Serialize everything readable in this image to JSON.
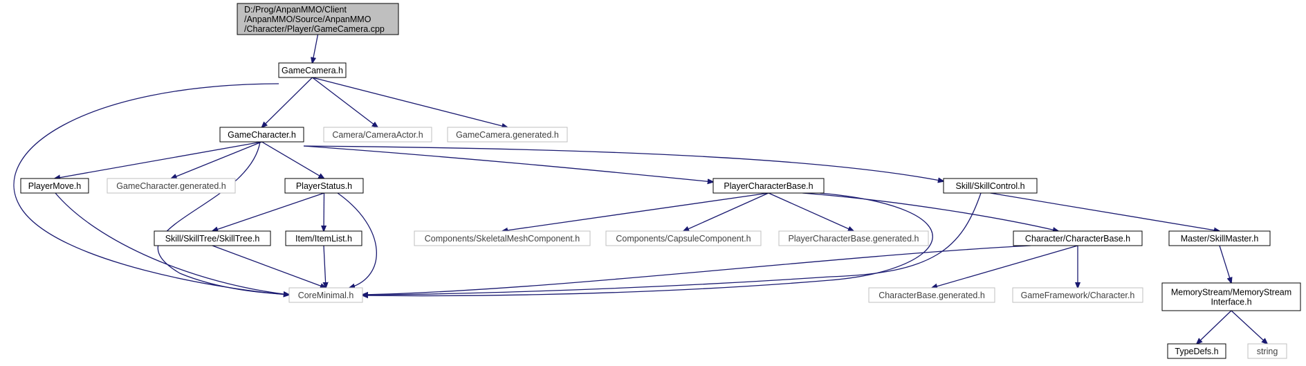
{
  "colors": {
    "edge": "#191970",
    "node_border": "#000000",
    "external_border": "#bfbfbf",
    "external_text": "#404040",
    "root_fill": "#bfbfbf",
    "text": "#000000",
    "background": "#ffffff"
  },
  "nodes": {
    "root": {
      "lines": [
        "D:/Prog/AnpanMMO/Client",
        "/AnpanMMO/Source/AnpanMMO",
        "/Character/Player/GameCamera.cpp"
      ],
      "kind": "root"
    },
    "gamecamera_h": {
      "lines": [
        "GameCamera.h"
      ],
      "kind": "normal"
    },
    "gamecharacter_h": {
      "lines": [
        "GameCharacter.h"
      ],
      "kind": "normal"
    },
    "cameraactor_h": {
      "lines": [
        "Camera/CameraActor.h"
      ],
      "kind": "external"
    },
    "gamecamera_generated_h": {
      "lines": [
        "GameCamera.generated.h"
      ],
      "kind": "external"
    },
    "playermove_h": {
      "lines": [
        "PlayerMove.h"
      ],
      "kind": "normal"
    },
    "gamecharacter_generated_h": {
      "lines": [
        "GameCharacter.generated.h"
      ],
      "kind": "external"
    },
    "playerstatus_h": {
      "lines": [
        "PlayerStatus.h"
      ],
      "kind": "normal"
    },
    "playercharacterbase_h": {
      "lines": [
        "PlayerCharacterBase.h"
      ],
      "kind": "normal"
    },
    "skillcontrol_h": {
      "lines": [
        "Skill/SkillControl.h"
      ],
      "kind": "normal"
    },
    "skilltree_h": {
      "lines": [
        "Skill/SkillTree/SkillTree.h"
      ],
      "kind": "normal"
    },
    "itemlist_h": {
      "lines": [
        "Item/ItemList.h"
      ],
      "kind": "normal"
    },
    "skeletalmesh_h": {
      "lines": [
        "Components/SkeletalMeshComponent.h"
      ],
      "kind": "external"
    },
    "capsule_h": {
      "lines": [
        "Components/CapsuleComponent.h"
      ],
      "kind": "external"
    },
    "playercharacterbase_generated_h": {
      "lines": [
        "PlayerCharacterBase.generated.h"
      ],
      "kind": "external"
    },
    "characterbase_h": {
      "lines": [
        "Character/CharacterBase.h"
      ],
      "kind": "normal"
    },
    "skillmaster_h": {
      "lines": [
        "Master/SkillMaster.h"
      ],
      "kind": "normal"
    },
    "coreminimal_h": {
      "lines": [
        "CoreMinimal.h"
      ],
      "kind": "external"
    },
    "characterbase_generated_h": {
      "lines": [
        "CharacterBase.generated.h"
      ],
      "kind": "external"
    },
    "gameframework_character_h": {
      "lines": [
        "GameFramework/Character.h"
      ],
      "kind": "external"
    },
    "memorystream_h": {
      "lines": [
        "MemoryStream/MemoryStream",
        "Interface.h"
      ],
      "kind": "normal"
    },
    "typedefs_h": {
      "lines": [
        "TypeDefs.h"
      ],
      "kind": "normal"
    },
    "string": {
      "lines": [
        "string"
      ],
      "kind": "external"
    }
  },
  "edges": [
    [
      "root",
      "gamecamera_h"
    ],
    [
      "gamecamera_h",
      "gamecharacter_h"
    ],
    [
      "gamecamera_h",
      "cameraactor_h"
    ],
    [
      "gamecamera_h",
      "gamecamera_generated_h"
    ],
    [
      "gamecamera_h",
      "coreminimal_h"
    ],
    [
      "gamecharacter_h",
      "playermove_h"
    ],
    [
      "gamecharacter_h",
      "gamecharacter_generated_h"
    ],
    [
      "gamecharacter_h",
      "playerstatus_h"
    ],
    [
      "gamecharacter_h",
      "playercharacterbase_h"
    ],
    [
      "gamecharacter_h",
      "skillcontrol_h"
    ],
    [
      "gamecharacter_h",
      "coreminimal_h"
    ],
    [
      "playermove_h",
      "coreminimal_h"
    ],
    [
      "playerstatus_h",
      "skilltree_h"
    ],
    [
      "playerstatus_h",
      "itemlist_h"
    ],
    [
      "playerstatus_h",
      "coreminimal_h"
    ],
    [
      "skilltree_h",
      "coreminimal_h"
    ],
    [
      "itemlist_h",
      "coreminimal_h"
    ],
    [
      "playercharacterbase_h",
      "skeletalmesh_h"
    ],
    [
      "playercharacterbase_h",
      "capsule_h"
    ],
    [
      "playercharacterbase_h",
      "playercharacterbase_generated_h"
    ],
    [
      "playercharacterbase_h",
      "characterbase_h"
    ],
    [
      "playercharacterbase_h",
      "coreminimal_h"
    ],
    [
      "skillcontrol_h",
      "skillmaster_h"
    ],
    [
      "skillcontrol_h",
      "coreminimal_h"
    ],
    [
      "characterbase_h",
      "coreminimal_h"
    ],
    [
      "characterbase_h",
      "characterbase_generated_h"
    ],
    [
      "characterbase_h",
      "gameframework_character_h"
    ],
    [
      "skillmaster_h",
      "memorystream_h"
    ],
    [
      "memorystream_h",
      "typedefs_h"
    ],
    [
      "memorystream_h",
      "string"
    ]
  ]
}
